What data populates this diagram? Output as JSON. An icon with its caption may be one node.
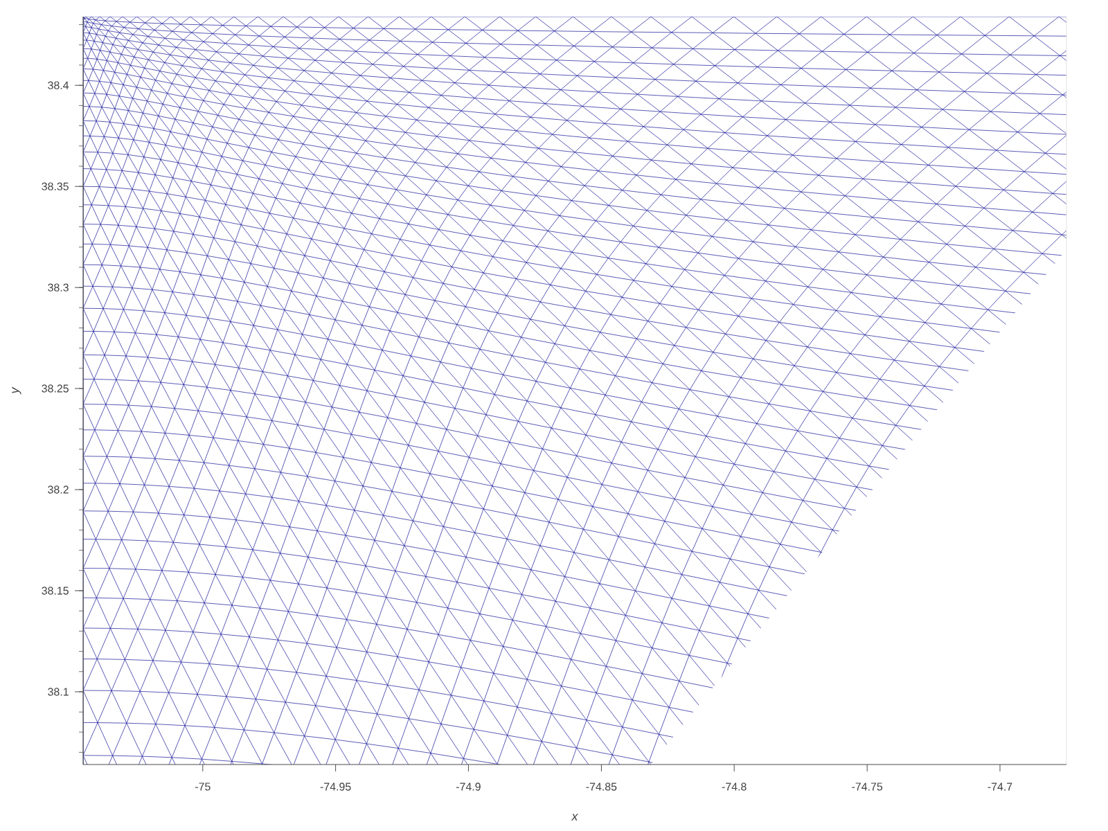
{
  "diagram": {
    "labels": [
      "38.4",
      "38.35",
      "38.3",
      "38.25",
      "38.2",
      "38.15",
      "38.1",
      "y",
      "-75",
      "-74.95",
      "-74.9",
      "-74.85",
      "-74.8",
      "-74.75",
      "-74.7",
      "x"
    ]
  }
}
